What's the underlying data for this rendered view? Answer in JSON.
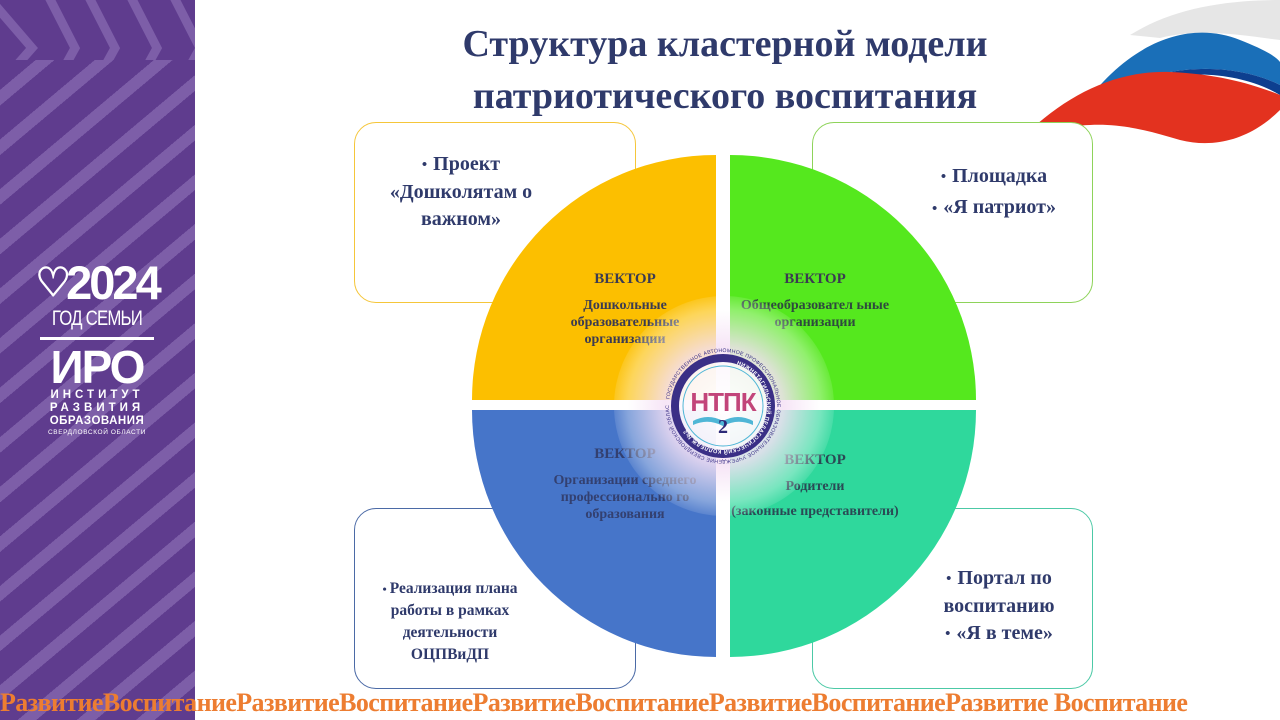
{
  "title": {
    "line1": "Структура кластерной модели",
    "line2": "патриотического воспитания"
  },
  "sidebar": {
    "logo_year": "2024",
    "logo_year_subtitle": "ГОД СЕМЬИ",
    "logo_org": "ИРО",
    "logo_org_line1": "ИНСТИТУТ",
    "logo_org_line2": "РАЗВИТИЯ",
    "logo_org_line3": "ОБРАЗОВАНИЯ",
    "logo_org_line4": "СВЕРДЛОВСКОЙ ОБЛАСТИ",
    "colors": {
      "base": "#5f3c8e",
      "stripe": "#7d5ea8"
    }
  },
  "quadrants": [
    {
      "position": "top-left",
      "heading": "ВЕКТОР",
      "body": "Дошкольные образовательные организации",
      "color": "#fcbf00"
    },
    {
      "position": "top-right",
      "heading": "ВЕКТОР",
      "body": "Общеобразовател ьные организации",
      "color": "#55e81e"
    },
    {
      "position": "bottom-left",
      "heading": "ВЕКТОР",
      "body": "Организации среднего профессионально го образования",
      "color": "#4675c9"
    },
    {
      "position": "bottom-right",
      "heading": "ВЕКТОР",
      "body": "Родители",
      "body2": "(законные представители)",
      "color": "#2fd89c"
    }
  ],
  "cards": {
    "top_left": {
      "items": [
        "Проект «Дошколятам о важном»"
      ]
    },
    "top_right": {
      "items": [
        "Площадка",
        "«Я патриот»"
      ]
    },
    "bottom_left": {
      "items": [
        "Реализация плана работы в рамках деятельности ОЦПВиДП"
      ]
    },
    "bottom_right": {
      "items": [
        "Портал по воспитанию",
        "«Я в теме»"
      ]
    }
  },
  "emblem": {
    "abbr": "НТПК",
    "number": "2",
    "ring_text": "ГОСУДАРСТВЕННОЕ АВТОНОМНОЕ ПРОФЕССИОНАЛЬНОЕ ОБРАЗОВАТЕЛЬНОЕ УЧРЕЖДЕНИЕ СВЕРДЛОВСКОЙ ОБЛАСТИ",
    "inner_text": "НИЖНЕТАГИЛЬСКИЙ ПЕДАГОГИЧЕСКИЙ КОЛЛЕДЖ №2"
  },
  "footer": {
    "text": "РазвитиеВоспитаниеРазвитиеВоспитаниеРазвитиеВоспитаниеРазвитиеВоспитаниеРазвитие Воспитание",
    "color": "#ed7d31"
  },
  "flag": {
    "colors": [
      "#e6e6e6",
      "#1a6fb8",
      "#e3321f"
    ]
  }
}
